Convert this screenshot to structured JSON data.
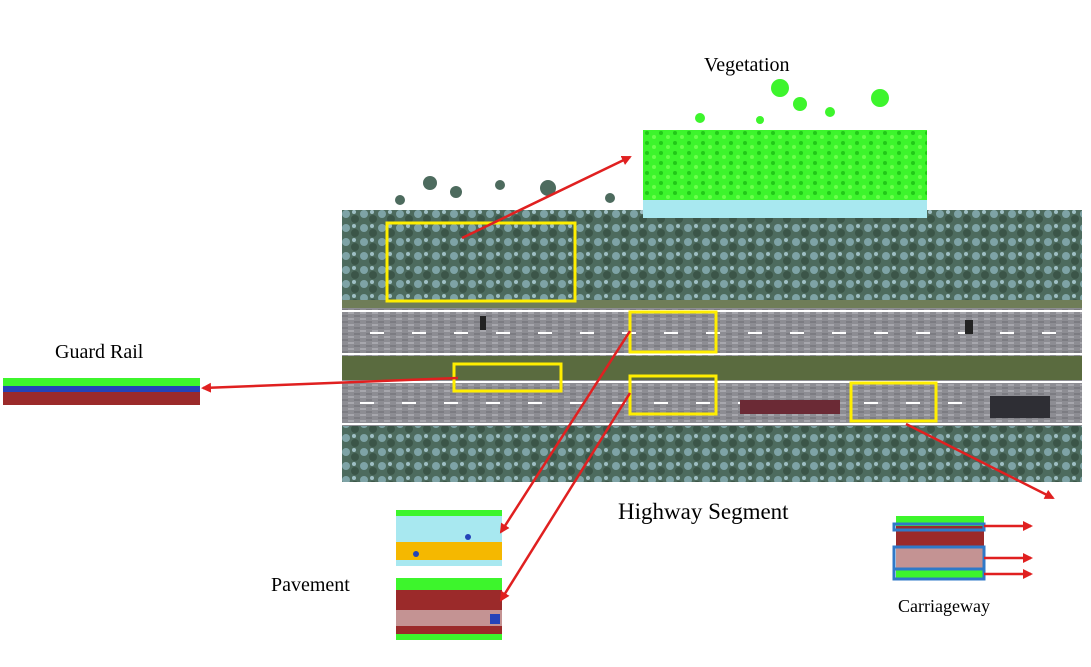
{
  "figure": {
    "labels": {
      "vegetation": "Vegetation",
      "guard_rail": "Guard Rail",
      "highway_segment": "Highway Segment",
      "pavement": "Pavement",
      "carriageway": "Carriageway"
    },
    "colors": {
      "highlight_box": "#ffee00",
      "arrow": "#e02020",
      "carriageway_box": "#2f79c8",
      "vegetation_class": "#3df52c",
      "road_surface_class": "#a8e8f0",
      "pavement_class": "#f5b800",
      "carriageway_class": "#9b2a2a",
      "carriageway_light_class": "#c49393",
      "marking_class": "#2443b8"
    }
  }
}
